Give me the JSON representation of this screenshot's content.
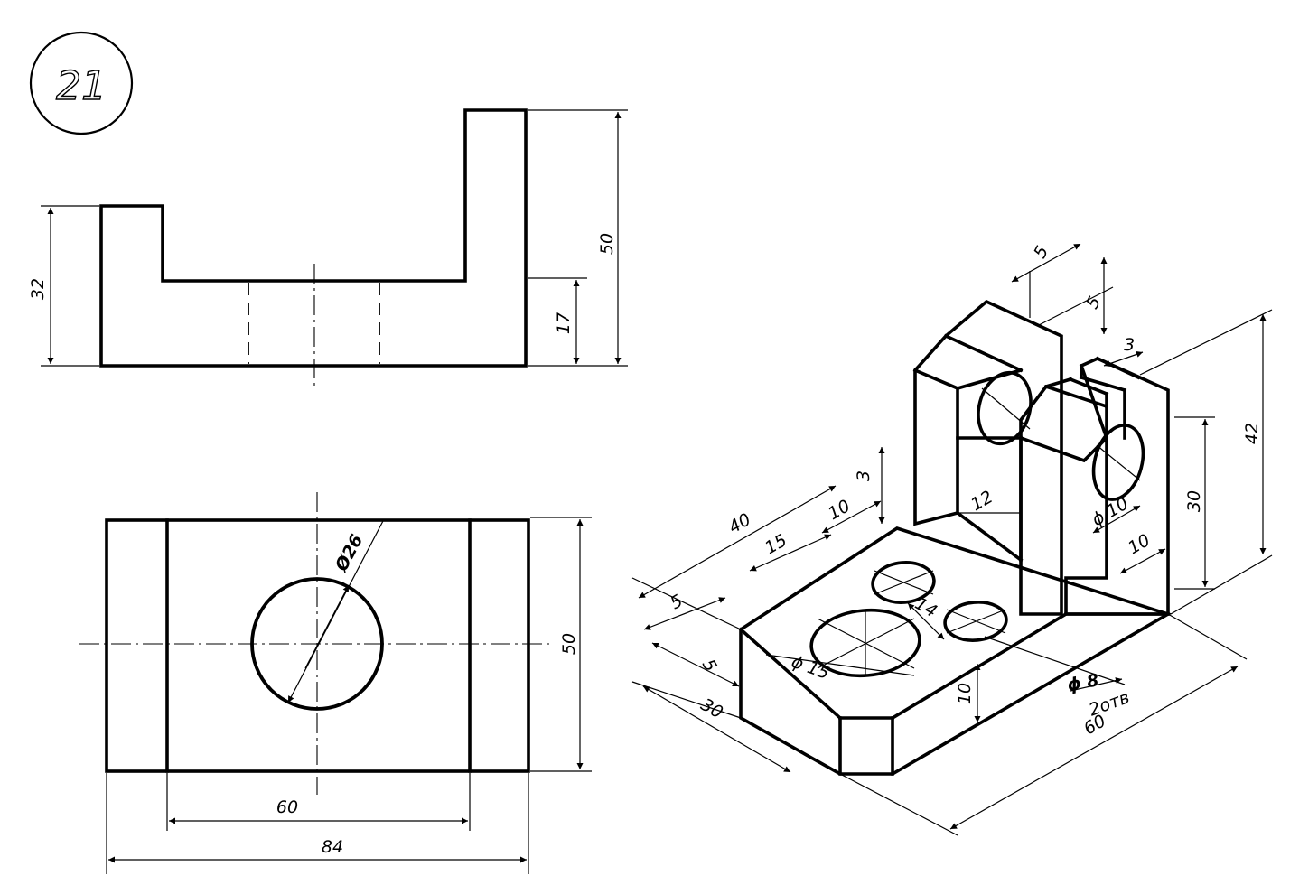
{
  "sheet": {
    "number": "21"
  },
  "front_view": {
    "height_left": "32",
    "height_total": "50",
    "height_base": "17"
  },
  "top_view": {
    "hole_diameter": "Ø26",
    "depth": "50",
    "inner_width": "60",
    "total_width": "84"
  },
  "isometric": {
    "dims": {
      "lug_width": "5",
      "lug_gap": "5",
      "slot_width": "3",
      "top_offset": "3",
      "hole_offset": "40",
      "hole_spacing_a": "15",
      "hole_spacing_b": "10",
      "wall_inner": "12",
      "small_hole_dia": "ϕ 10",
      "lug_height": "30",
      "total_height": "42",
      "lug_thickness": "10",
      "hole_distance": "14",
      "hole_dia_large": "ϕ 15",
      "hole_dia_small": "ϕ 8",
      "hole_count_note": "2отв",
      "chamfer_a": "5",
      "chamfer_b": "5",
      "plate_height": "10",
      "plate_depth": "30",
      "plate_length": "60"
    }
  }
}
